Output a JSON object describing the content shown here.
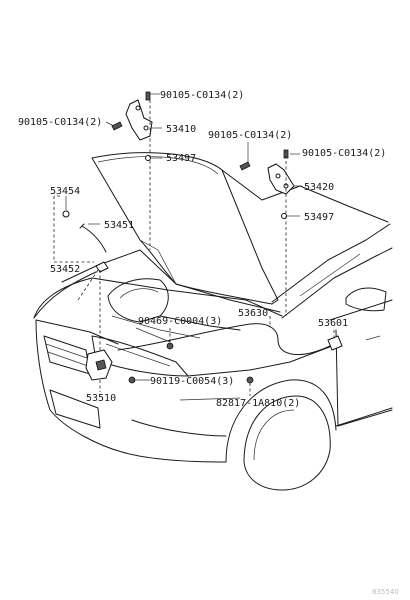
{
  "diagram": {
    "labels": {
      "p90105_top": "90105-C0134(2)",
      "p90105_left": "90105-C0134(2)",
      "p53410": "53410",
      "p53497_left": "53497",
      "p90105_mid": "90105-C0134(2)",
      "p90105_right": "90105-C0134(2)",
      "p53420": "53420",
      "p53497_right": "53497",
      "p53454": "53454",
      "p53451": "53451",
      "p53452": "53452",
      "p90469": "90469-C0004(3)",
      "p53630": "53630",
      "p53601": "53601",
      "p90119": "90119-C0054(3)",
      "p53510": "53510",
      "p82817": "82817-1A810(2)"
    },
    "watermark": "835540"
  }
}
